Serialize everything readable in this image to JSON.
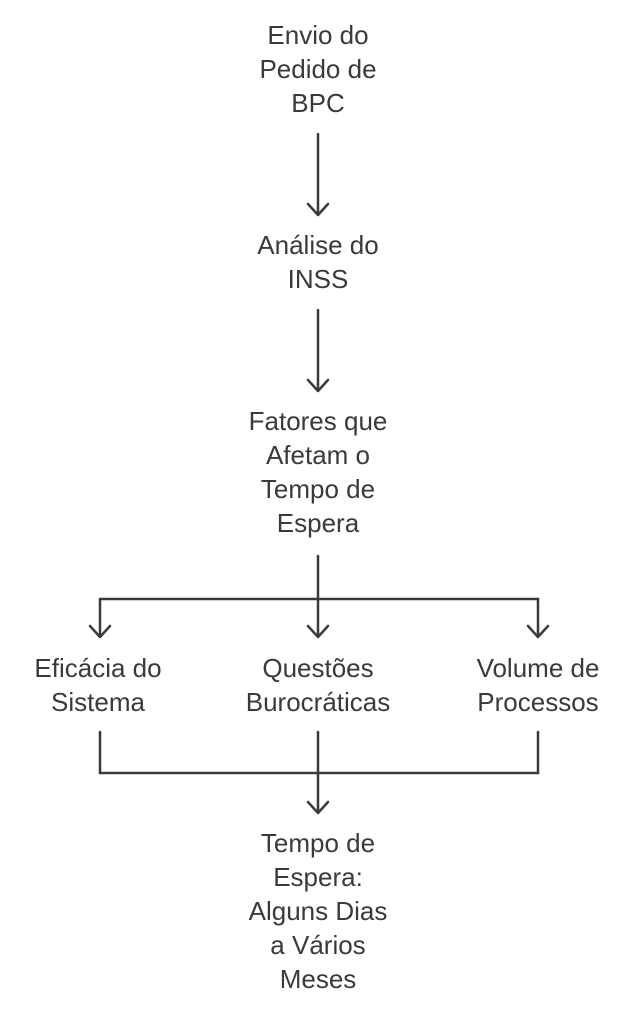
{
  "diagram": {
    "nodes": {
      "envio": {
        "lines": [
          "Envio do",
          "Pedido de",
          "BPC"
        ]
      },
      "analise": {
        "lines": [
          "Análise do",
          "INSS"
        ]
      },
      "fatores": {
        "lines": [
          "Fatores que",
          "Afetam o",
          "Tempo de",
          "Espera"
        ]
      },
      "eficacia": {
        "lines": [
          "Eficácia do",
          "Sistema"
        ]
      },
      "questoes": {
        "lines": [
          "Questões",
          "Burocráticas"
        ]
      },
      "volume": {
        "lines": [
          "Volume de",
          "Processos"
        ]
      },
      "tempo": {
        "lines": [
          "Tempo de",
          "Espera:",
          "Alguns Dias",
          "a Vários",
          "Meses"
        ]
      }
    },
    "colors": {
      "line": "#3a3a3a",
      "text": "#3a3a3a",
      "background": "#ffffff"
    }
  }
}
